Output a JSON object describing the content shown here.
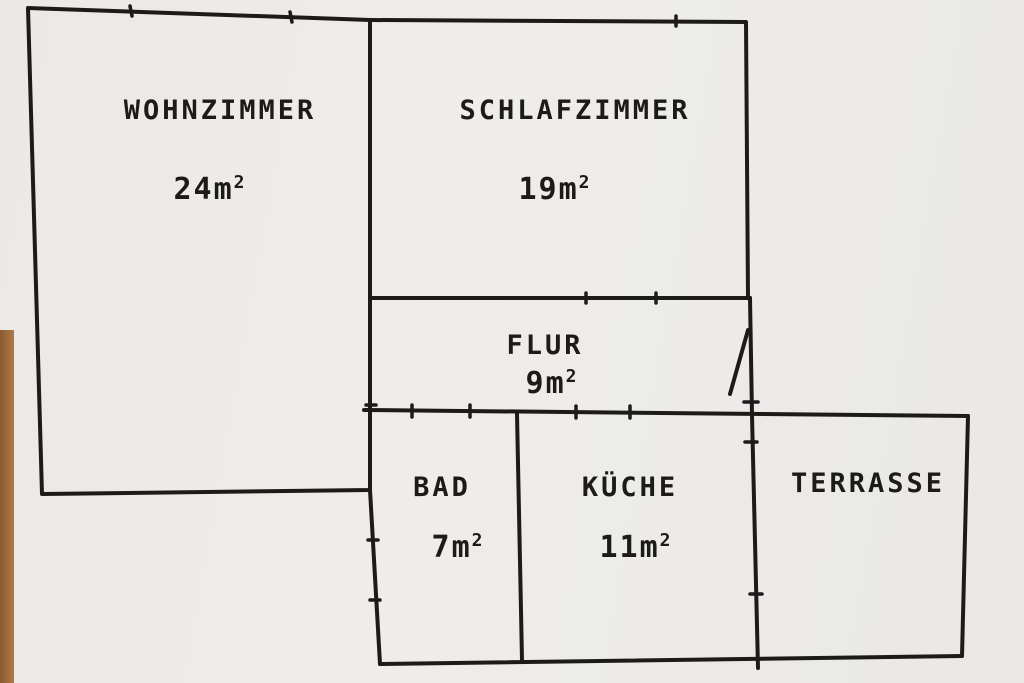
{
  "rooms": {
    "wohnzimmer": {
      "name": "WOHNZIMMER",
      "area": "24m",
      "sup": "2"
    },
    "schlafzimmer": {
      "name": "SCHLAFZIMMER",
      "area": "19m",
      "sup": "2"
    },
    "flur": {
      "name": "FLUR",
      "area": "9m",
      "sup": "2"
    },
    "bad": {
      "name": "BAD",
      "area": "7m",
      "sup": "2"
    },
    "kueche": {
      "name": "KÜCHE",
      "area": "11m",
      "sup": "2"
    },
    "terrasse": {
      "name": "TERRASSE"
    }
  },
  "colors": {
    "ink": "#1d1b1a",
    "paper": "#ebe9e6"
  }
}
